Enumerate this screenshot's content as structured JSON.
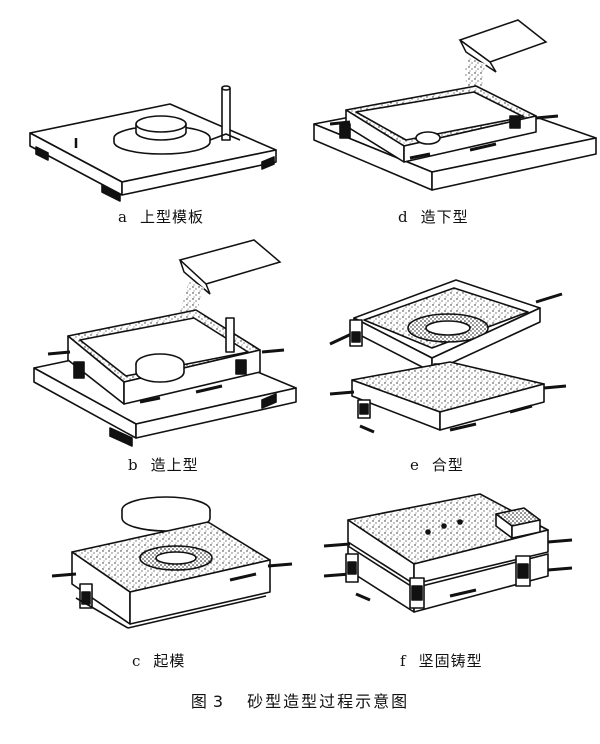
{
  "panels": [
    {
      "letter": "a",
      "label": "上型模板"
    },
    {
      "letter": "d",
      "label": "造下型"
    },
    {
      "letter": "b",
      "label": "造上型"
    },
    {
      "letter": "e",
      "label": "合型"
    },
    {
      "letter": "c",
      "label": "起模"
    },
    {
      "letter": "f",
      "label": "坚固铸型"
    }
  ],
  "figure": {
    "label": "图",
    "number": "3",
    "title": "砂型造型过程示意图"
  }
}
